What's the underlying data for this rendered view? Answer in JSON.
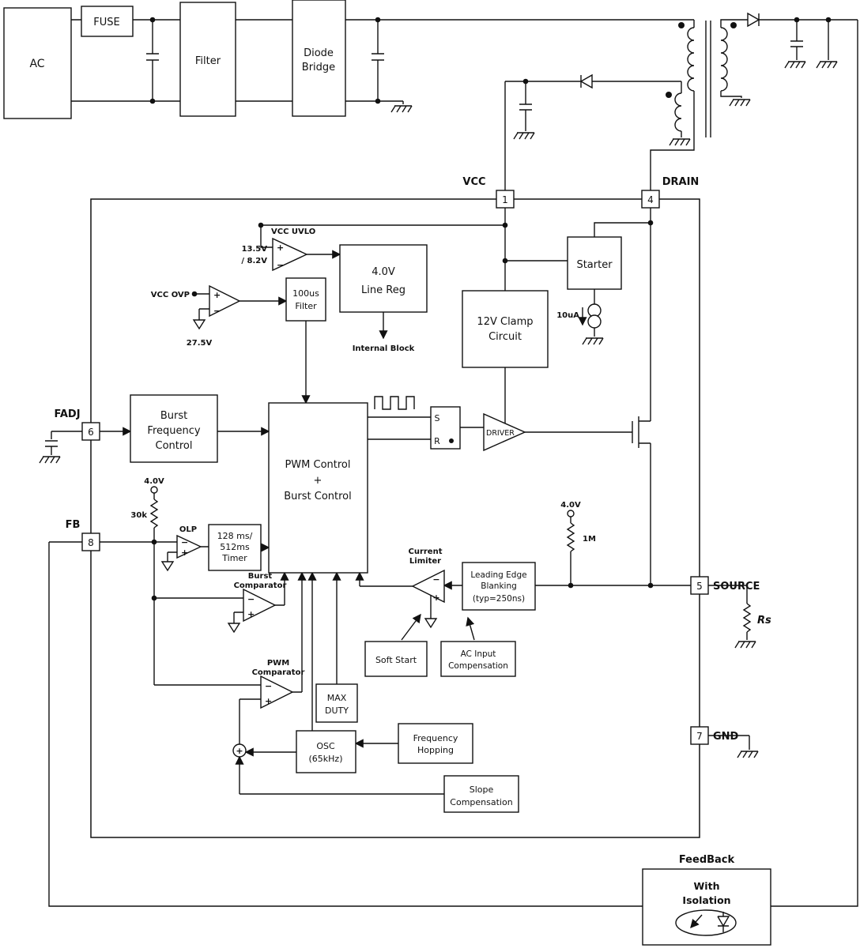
{
  "colors": {
    "line": "#111111",
    "background": "#ffffff"
  },
  "input_stage": {
    "ac": "AC",
    "fuse": "FUSE",
    "filter": "Filter",
    "bridge1": "Diode",
    "bridge2": "Bridge"
  },
  "pins": {
    "vcc": {
      "num": "1",
      "label": "VCC"
    },
    "drain": {
      "num": "4",
      "label": "DRAIN"
    },
    "fadj": {
      "num": "6",
      "label": "FADJ"
    },
    "fb": {
      "num": "8",
      "label": "FB"
    },
    "source": {
      "num": "5",
      "label": "SOURCE"
    },
    "gnd": {
      "num": "7",
      "label": "GND"
    }
  },
  "supervisor": {
    "uvlo": "VCC UVLO",
    "uvlo_hi": "13.5V",
    "uvlo_lo": "/ 8.2V",
    "ovp": "VCC OVP",
    "ovp_ref": "27.5V",
    "filter1": "100us",
    "filter2": "Filter",
    "linereg1": "4.0V",
    "linereg2": "Line Reg",
    "internal": "Internal Block"
  },
  "startup": {
    "starter": "Starter",
    "current": "10uA",
    "clamp1": "12V Clamp",
    "clamp2": "Circuit"
  },
  "core": {
    "bfc1": "Burst",
    "bfc2": "Frequency",
    "bfc3": "Control",
    "pwm1": "PWM Control",
    "pwm2": "+",
    "pwm3": "Burst Control",
    "latch_s": "S",
    "latch_r": "R",
    "driver": "DRIVER"
  },
  "fb_path": {
    "v40": "4.0V",
    "r30k": "30k",
    "olp": "OLP",
    "timer1": "128 ms/",
    "timer2": "512ms",
    "timer3": "Timer",
    "burst1": "Burst",
    "burst2": "Comparator",
    "pwmc1": "PWM",
    "pwmc2": "Comparator"
  },
  "current_sense": {
    "cl1": "Current",
    "cl2": "Limiter",
    "leb1": "Leading Edge",
    "leb2": "Blanking",
    "leb3": "(typ=250ns)",
    "v40": "4.0V",
    "r1m": "1M",
    "rs": "Rs",
    "soft_start": "Soft Start",
    "acc1": "AC Input",
    "acc2": "Compensation"
  },
  "osc_section": {
    "maxduty1": "MAX",
    "maxduty2": "DUTY",
    "osc1": "OSC",
    "osc2": "(65kHz)",
    "fh1": "Frequency",
    "fh2": "Hopping",
    "slope1": "Slope",
    "slope2": "Compensation",
    "sum": "+"
  },
  "feedback": {
    "title": "FeedBack",
    "line1": "With",
    "line2": "Isolation"
  },
  "signs": {
    "plus": "+",
    "minus": "−"
  }
}
